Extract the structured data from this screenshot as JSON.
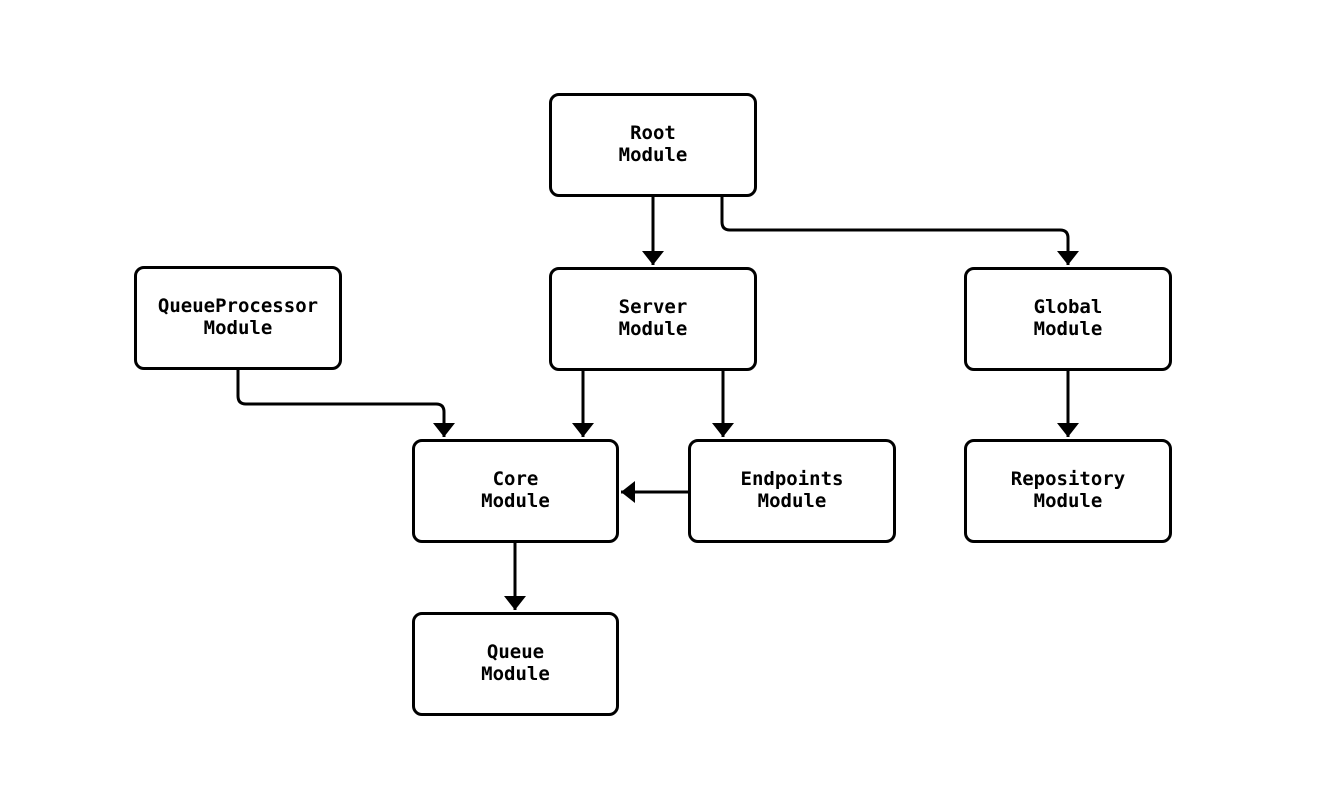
{
  "diagram": {
    "background_color": "#ffffff",
    "node_fill_color": "#ffffff",
    "node_border_color": "#000000",
    "edge_color": "#000000",
    "text_color": "#000000",
    "nodes": [
      {
        "id": "root",
        "label": "Root\nModule"
      },
      {
        "id": "queueprocessor",
        "label": "QueueProcessor\nModule"
      },
      {
        "id": "server",
        "label": "Server\nModule"
      },
      {
        "id": "global",
        "label": "Global\nModule"
      },
      {
        "id": "core",
        "label": "Core\nModule"
      },
      {
        "id": "endpoints",
        "label": "Endpoints\nModule"
      },
      {
        "id": "repository",
        "label": "Repository\nModule"
      },
      {
        "id": "queue",
        "label": "Queue\nModule"
      }
    ],
    "edges": [
      {
        "from": "Root Module",
        "to": "Server Module"
      },
      {
        "from": "Root Module",
        "to": "Global Module"
      },
      {
        "from": "QueueProcessor Module",
        "to": "Core Module"
      },
      {
        "from": "Server Module",
        "to": "Core Module"
      },
      {
        "from": "Server Module",
        "to": "Endpoints Module"
      },
      {
        "from": "Endpoints Module",
        "to": "Core Module"
      },
      {
        "from": "Global Module",
        "to": "Repository Module"
      },
      {
        "from": "Core Module",
        "to": "Queue Module"
      }
    ]
  }
}
